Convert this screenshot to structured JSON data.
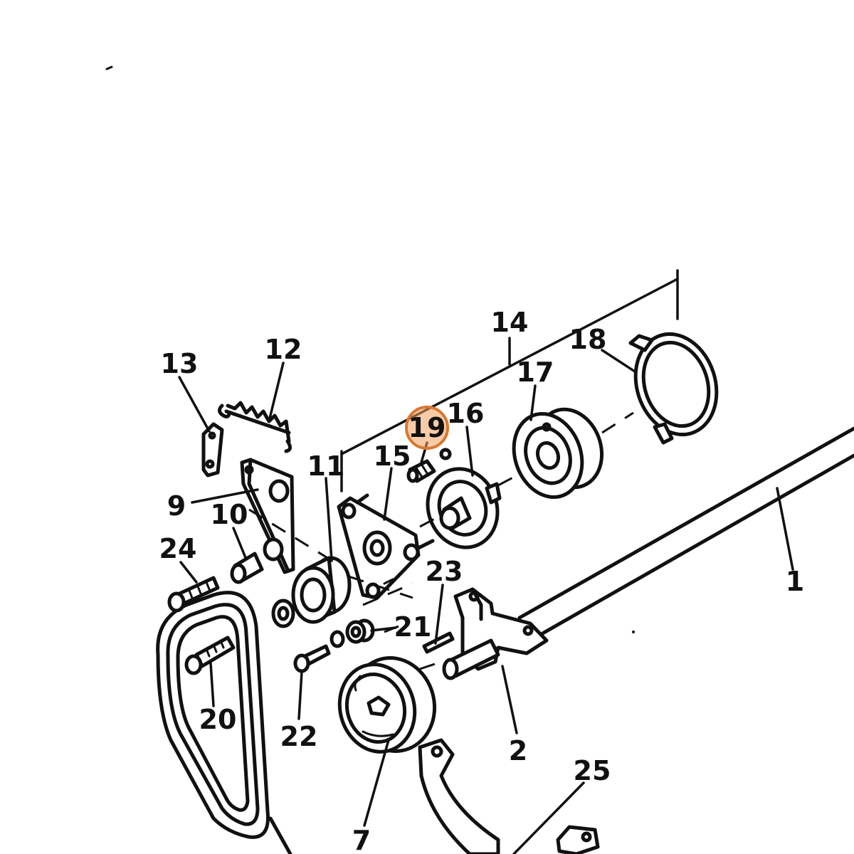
{
  "diagram": {
    "callouts": [
      {
        "id": "c1",
        "text": "1"
      },
      {
        "id": "c2",
        "text": "2"
      },
      {
        "id": "c7",
        "text": "7"
      },
      {
        "id": "c9",
        "text": "9"
      },
      {
        "id": "c10",
        "text": "10"
      },
      {
        "id": "c11",
        "text": "11"
      },
      {
        "id": "c12",
        "text": "12"
      },
      {
        "id": "c13",
        "text": "13"
      },
      {
        "id": "c14",
        "text": "14"
      },
      {
        "id": "c15",
        "text": "15"
      },
      {
        "id": "c16",
        "text": "16"
      },
      {
        "id": "c17",
        "text": "17"
      },
      {
        "id": "c18",
        "text": "18"
      },
      {
        "id": "c19",
        "text": "19",
        "highlighted": true
      },
      {
        "id": "c20",
        "text": "20"
      },
      {
        "id": "c21",
        "text": "21"
      },
      {
        "id": "c22",
        "text": "22"
      },
      {
        "id": "c23",
        "text": "23"
      },
      {
        "id": "c24",
        "text": "24"
      },
      {
        "id": "c25",
        "text": "25"
      }
    ],
    "highlight_color": "#f0a060"
  }
}
